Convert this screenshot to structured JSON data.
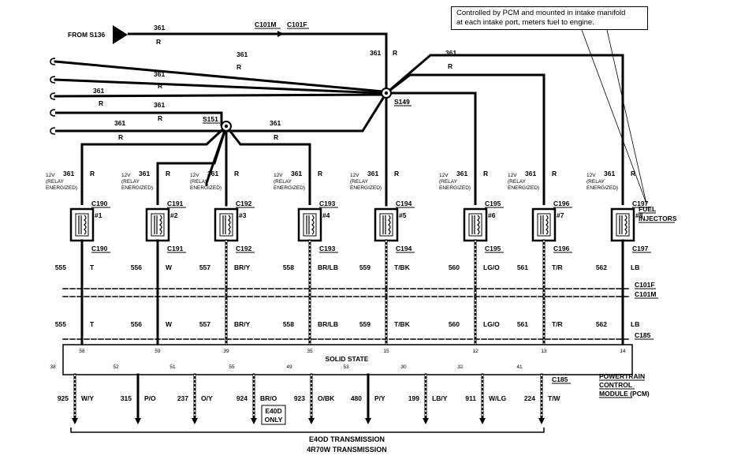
{
  "callout": {
    "line1": "Controlled by PCM and mounted in intake manifold",
    "line2": "at each intake port, meters fuel to engine."
  },
  "source": {
    "label": "FROM S136",
    "connector_letter": "M",
    "circuit": "361",
    "color": "R",
    "conn_a": "C101M",
    "conn_b": "C101F"
  },
  "splices": {
    "main": "S149",
    "secondary": "S151"
  },
  "feed_lines": [
    {
      "circuit": "361",
      "color": "R"
    },
    {
      "circuit": "361",
      "color": "R"
    },
    {
      "circuit": "361",
      "color": "R"
    },
    {
      "circuit": "361",
      "color": "R"
    },
    {
      "circuit": "361",
      "color": "R"
    },
    {
      "circuit": "361",
      "color": "R"
    }
  ],
  "voltage_note": [
    "12V",
    "(RELAY",
    "ENERGIZED)"
  ],
  "injectors": [
    {
      "num": "#1",
      "conn": "C190",
      "in_circuit": "361",
      "in_color": "R",
      "out_circuit": "555",
      "out_color": "T",
      "pin": "58"
    },
    {
      "num": "#2",
      "conn": "C191",
      "in_circuit": "361",
      "in_color": "R",
      "out_circuit": "556",
      "out_color": "W",
      "pin": "59"
    },
    {
      "num": "#3",
      "conn": "C192",
      "in_circuit": "361",
      "in_color": "R",
      "out_circuit": "557",
      "out_color": "BR/Y",
      "pin": "39"
    },
    {
      "num": "#4",
      "conn": "C193",
      "in_circuit": "361",
      "in_color": "R",
      "out_circuit": "558",
      "out_color": "BR/LB",
      "pin": "35"
    },
    {
      "num": "#5",
      "conn": "C194",
      "in_circuit": "361",
      "in_color": "R",
      "out_circuit": "559",
      "out_color": "T/BK",
      "pin": "15"
    },
    {
      "num": "#6",
      "conn": "C195",
      "in_circuit": "361",
      "in_color": "R",
      "out_circuit": "560",
      "out_color": "LG/O",
      "pin": "12"
    },
    {
      "num": "#7",
      "conn": "C196",
      "in_circuit": "361",
      "in_color": "R",
      "out_circuit": "561",
      "out_color": "T/R",
      "pin": "13"
    },
    {
      "num": "#8",
      "conn": "C197",
      "in_circuit": "361",
      "in_color": "R",
      "out_circuit": "562",
      "out_color": "LB",
      "pin": "14"
    }
  ],
  "fuel_injectors_label": [
    "FUEL",
    "INJECTORS"
  ],
  "inline_connectors": {
    "female": "C101F",
    "male": "C101M",
    "pcm": "C185"
  },
  "pcm": {
    "block_label": "SOLID STATE",
    "module_label": [
      "POWERTRAIN",
      "CONTROL",
      "MODULE (PCM)"
    ]
  },
  "outputs": [
    {
      "pin": "38",
      "circuit": "925",
      "color": "W/Y"
    },
    {
      "pin": "52",
      "circuit": "315",
      "color": "P/O"
    },
    {
      "pin": "51",
      "circuit": "237",
      "color": "O/Y"
    },
    {
      "pin": "55",
      "circuit": "924",
      "color": "BR/O",
      "note": [
        "E40D",
        "ONLY"
      ]
    },
    {
      "pin": "49",
      "circuit": "923",
      "color": "O/BK"
    },
    {
      "pin": "53",
      "circuit": "480",
      "color": "P/Y"
    },
    {
      "pin": "30",
      "circuit": "199",
      "color": "LB/Y"
    },
    {
      "pin": "32",
      "circuit": "911",
      "color": "W/LG"
    },
    {
      "pin": "41",
      "circuit": "224",
      "color": "T/W"
    }
  ],
  "transmission": [
    "E4OD TRANSMISSION",
    "4R70W TRANSMISSION"
  ]
}
